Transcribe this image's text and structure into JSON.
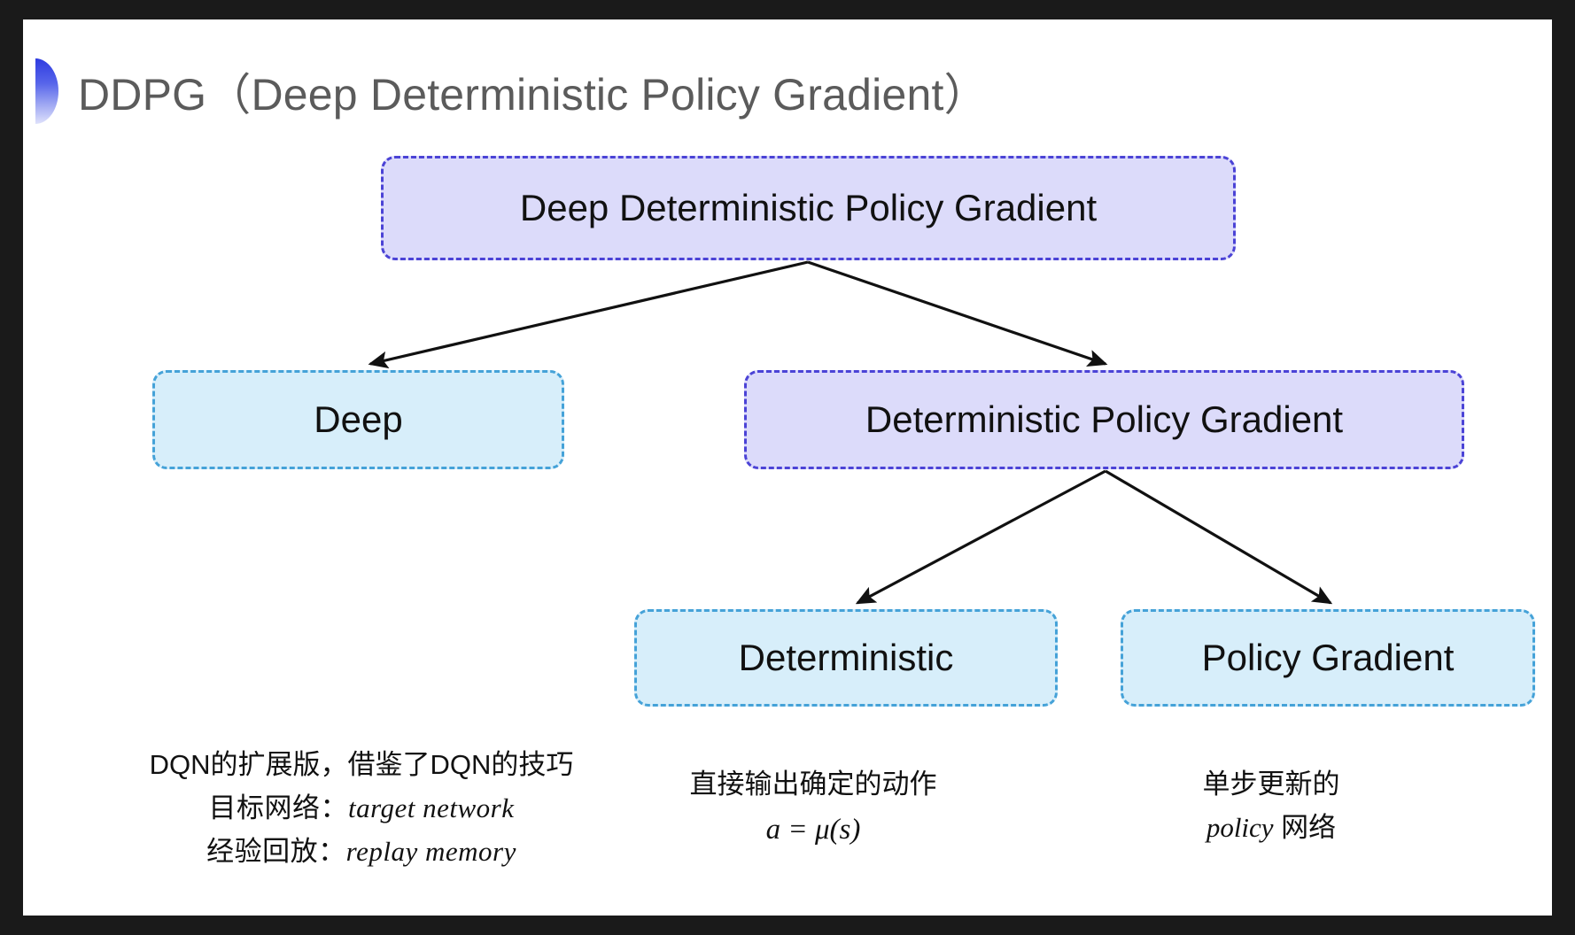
{
  "slide": {
    "title": "DDPG（Deep Deterministic Policy Gradient）",
    "bullet_icon": "half-circle-gradient-icon",
    "background_color": "#ffffff",
    "title_color": "#5b5b5b",
    "frame_color": "#1a1a1a"
  },
  "diagram": {
    "type": "tree",
    "node_colors": {
      "purple_fill": "#dcdbfa",
      "purple_border": "#4b43d6",
      "blue_fill": "#d7eefa",
      "blue_border": "#45a2d8",
      "arrow": "#111111"
    },
    "nodes": [
      {
        "id": "root",
        "label": "Deep Deterministic Policy Gradient",
        "style": "purple",
        "level": 0
      },
      {
        "id": "deep",
        "label": "Deep",
        "style": "blue",
        "level": 1
      },
      {
        "id": "dpg",
        "label": "Deterministic Policy Gradient",
        "style": "purple",
        "level": 1
      },
      {
        "id": "det",
        "label": "Deterministic",
        "style": "blue",
        "level": 2
      },
      {
        "id": "pg",
        "label": "Policy Gradient",
        "style": "blue",
        "level": 2
      }
    ],
    "edges": [
      {
        "from": "root",
        "to": "deep"
      },
      {
        "from": "root",
        "to": "dpg"
      },
      {
        "from": "dpg",
        "to": "det"
      },
      {
        "from": "dpg",
        "to": "pg"
      }
    ]
  },
  "annotations": {
    "deep": {
      "lines": [
        "DQN的扩展版，借鉴了DQN的技巧",
        "目标网络：",
        "经验回放："
      ],
      "italic_terms": [
        "target network",
        "replay memory"
      ]
    },
    "deterministic": {
      "line1": "直接输出确定的动作",
      "formula": "a = μ(s)"
    },
    "policy_gradient": {
      "line1": "单步更新的",
      "italic_term": "policy",
      "line2_suffix": " 网络"
    }
  }
}
